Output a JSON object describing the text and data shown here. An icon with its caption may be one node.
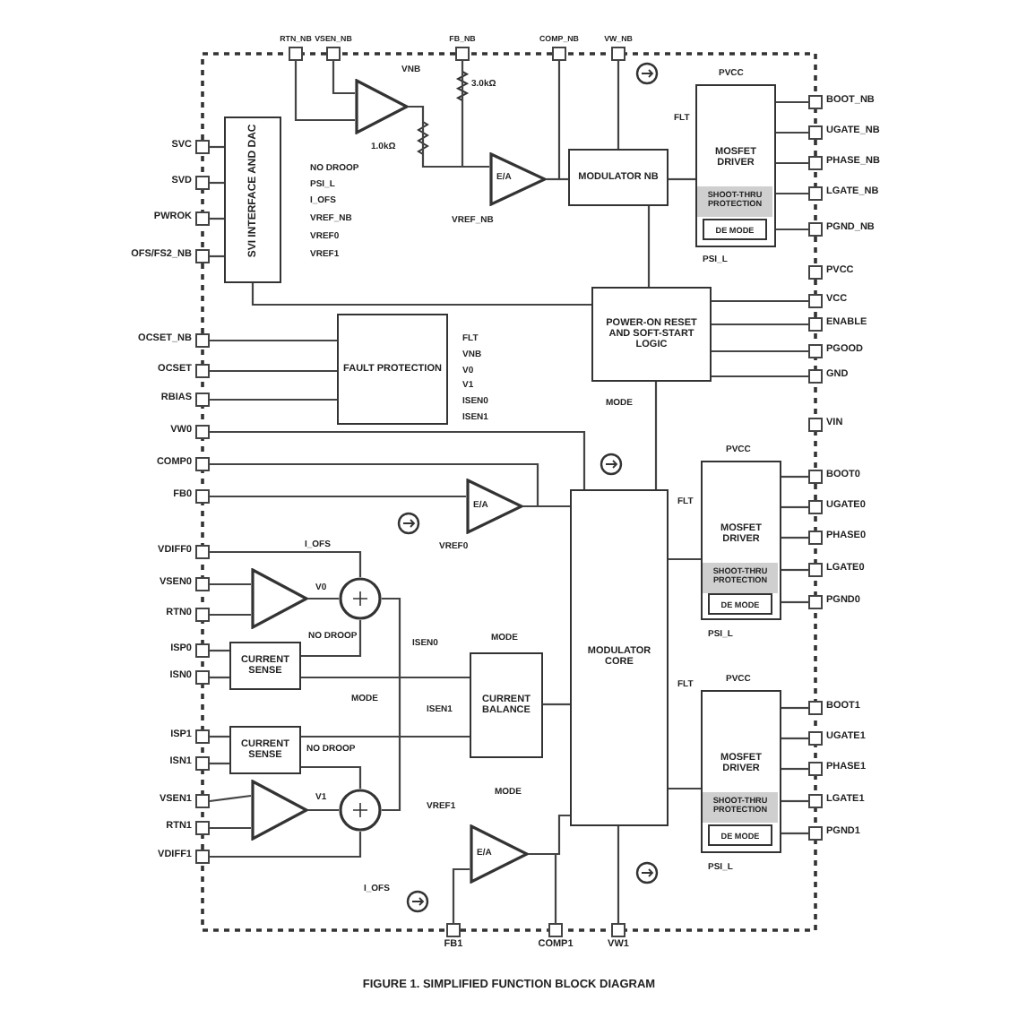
{
  "diagram": {
    "caption": "FIGURE 1. SIMPLIFIED FUNCTION BLOCK DIAGRAM",
    "nodes": [
      {
        "text": [
          "SVI INTERFACE AND DAC"
        ]
      },
      {
        "text": [
          "FAULT PROTECTION"
        ]
      },
      {
        "text": [
          "MODULATOR NB"
        ]
      },
      {
        "text": [
          "MOSFET DRIVER"
        ]
      },
      {
        "text": [
          "SHOOT-THRU PROTECTION"
        ],
        "in": 3
      },
      {
        "text": [
          "DE MODE"
        ],
        "in": 3
      },
      {
        "text": [
          "POWER-ON RESET AND SOFT-START LOGIC"
        ]
      },
      {
        "text": [
          "MODULATOR CORE"
        ]
      },
      {
        "text": [
          "MOSFET DRIVER"
        ]
      },
      {
        "text": [
          "SHOOT-THRU PROTECTION"
        ],
        "in": 8
      },
      {
        "text": [
          "DE MODE"
        ],
        "in": 8
      },
      {
        "text": [
          "MOSFET DRIVER"
        ]
      },
      {
        "text": [
          "SHOOT-THRU PROTECTION"
        ],
        "in": 11
      },
      {
        "text": [
          "DE MODE"
        ],
        "in": 11
      },
      {
        "text": [
          "CURRENT BALANCE"
        ]
      },
      {
        "text": [
          "CURRENT SENSE"
        ]
      },
      {
        "text": [
          "CURRENT SENSE"
        ]
      },
      {
        "text": [],
        "shape": "triangle"
      },
      {
        "text": [
          "E/A"
        ]
      },
      {
        "text": [
          "E/A"
        ]
      },
      {
        "text": [],
        "shape": "triangle"
      },
      {
        "text": [],
        "shape": "triangle"
      },
      {
        "text": [
          "E/A"
        ]
      },
      {
        "text": [],
        "shape": "circle"
      },
      {
        "text": [],
        "shape": "circle"
      },
      {
        "text": [
          "SVC"
        ]
      },
      {
        "text": [
          "SVD"
        ]
      },
      {
        "text": [
          "PWROK"
        ]
      },
      {
        "text": [
          "OFS/FS2_NB"
        ]
      },
      {
        "text": [
          "OCSET_NB"
        ]
      },
      {
        "text": [
          "OCSET"
        ]
      },
      {
        "text": [
          "RBIAS"
        ]
      },
      {
        "text": [
          "VW0"
        ]
      },
      {
        "text": [
          "COMP0"
        ]
      },
      {
        "text": [
          "FB0"
        ]
      },
      {
        "text": [
          "VDIFF0"
        ]
      },
      {
        "text": [
          "VSEN0"
        ]
      },
      {
        "text": [
          "RTN0"
        ]
      },
      {
        "text": [
          "ISP0"
        ]
      },
      {
        "text": [
          "ISN0"
        ]
      },
      {
        "text": [
          "ISP1"
        ]
      },
      {
        "text": [
          "ISN1"
        ]
      },
      {
        "text": [
          "VSEN1"
        ]
      },
      {
        "text": [
          "RTN1"
        ]
      },
      {
        "text": [
          "VDIFF1"
        ]
      },
      {
        "text": [
          "RTN_NB"
        ]
      },
      {
        "text": [
          "VSEN_NB"
        ]
      },
      {
        "text": [
          "FB_NB"
        ]
      },
      {
        "text": [
          "COMP_NB"
        ]
      },
      {
        "text": [
          "VW_NB"
        ]
      },
      {
        "text": [
          "BOOT_NB"
        ]
      },
      {
        "text": [
          "UGATE_NB"
        ]
      },
      {
        "text": [
          "PHASE_NB"
        ]
      },
      {
        "text": [
          "LGATE_NB"
        ]
      },
      {
        "text": [
          "PGND_NB"
        ]
      },
      {
        "text": [
          "PVCC"
        ]
      },
      {
        "text": [
          "VCC"
        ]
      },
      {
        "text": [
          "ENABLE"
        ]
      },
      {
        "text": [
          "PGOOD"
        ]
      },
      {
        "text": [
          "GND"
        ]
      },
      {
        "text": [
          "VIN"
        ]
      },
      {
        "text": [
          "BOOT0"
        ]
      },
      {
        "text": [
          "UGATE0"
        ]
      },
      {
        "text": [
          "PHASE0"
        ]
      },
      {
        "text": [
          "LGATE0"
        ]
      },
      {
        "text": [
          "PGND0"
        ]
      },
      {
        "text": [
          "BOOT1"
        ]
      },
      {
        "text": [
          "UGATE1"
        ]
      },
      {
        "text": [
          "PHASE1"
        ]
      },
      {
        "text": [
          "LGATE1"
        ]
      },
      {
        "text": [
          "PGND1"
        ]
      },
      {
        "text": [
          "FB1"
        ]
      },
      {
        "text": [
          "COMP1"
        ]
      },
      {
        "text": [
          "VW1"
        ]
      }
    ],
    "edges": [
      {
        "from": 25,
        "to": 0,
        "arrow": "none"
      },
      {
        "from": 26,
        "to": 0,
        "arrow": "none"
      },
      {
        "from": 27,
        "to": 0,
        "arrow": "none"
      },
      {
        "from": 28,
        "to": 0,
        "arrow": "none"
      },
      {
        "from": 29,
        "to": 1,
        "arrow": "none"
      },
      {
        "from": 30,
        "to": 1,
        "arrow": "none"
      },
      {
        "from": 31,
        "to": 1,
        "arrow": "none"
      },
      {
        "from": 32,
        "to": 7,
        "arrow": "none"
      },
      {
        "from": 33,
        "to": 19,
        "arrow": "none"
      },
      {
        "from": 34,
        "to": 19,
        "arrow": "none"
      },
      {
        "from": 19,
        "to": 7,
        "arrow": "none"
      },
      {
        "from": 35,
        "to": 23,
        "arrow": "none"
      },
      {
        "from": 36,
        "to": 20,
        "arrow": "none"
      },
      {
        "from": 37,
        "to": 20,
        "arrow": "none"
      },
      {
        "from": 20,
        "to": 23,
        "arrow": "none"
      },
      {
        "from": 23,
        "to": 24,
        "arrow": "none"
      },
      {
        "from": 38,
        "to": 15,
        "arrow": "none"
      },
      {
        "from": 39,
        "to": 15,
        "arrow": "none"
      },
      {
        "from": 15,
        "to": 14,
        "arrow": "none"
      },
      {
        "from": 15,
        "to": 23,
        "arrow": "none"
      },
      {
        "from": 40,
        "to": 16,
        "arrow": "none"
      },
      {
        "from": 41,
        "to": 16,
        "arrow": "none"
      },
      {
        "from": 16,
        "to": 14,
        "arrow": "none"
      },
      {
        "from": 16,
        "to": 24,
        "arrow": "none"
      },
      {
        "from": 42,
        "to": 21,
        "arrow": "none"
      },
      {
        "from": 43,
        "to": 21,
        "arrow": "none"
      },
      {
        "from": 21,
        "to": 24,
        "arrow": "none"
      },
      {
        "from": 44,
        "to": 24,
        "arrow": "none"
      },
      {
        "from": 14,
        "to": 7,
        "arrow": "none"
      },
      {
        "from": 71,
        "to": 22,
        "arrow": "none"
      },
      {
        "from": 22,
        "to": 7,
        "arrow": "none"
      },
      {
        "from": 72,
        "to": 22,
        "arrow": "none"
      },
      {
        "from": 73,
        "to": 7,
        "arrow": "none"
      },
      {
        "from": 45,
        "to": 17,
        "arrow": "none"
      },
      {
        "from": 46,
        "to": 17,
        "arrow": "none"
      },
      {
        "from": 17,
        "to": 18,
        "arrow": "none"
      },
      {
        "from": 47,
        "to": 18,
        "arrow": "none"
      },
      {
        "from": 18,
        "to": 2,
        "arrow": "none"
      },
      {
        "from": 48,
        "to": 2,
        "arrow": "none"
      },
      {
        "from": 49,
        "to": 2,
        "arrow": "none"
      },
      {
        "from": 2,
        "to": 3,
        "arrow": "none"
      },
      {
        "from": 2,
        "to": 6,
        "arrow": "none"
      },
      {
        "from": 3,
        "to": 50,
        "arrow": "none"
      },
      {
        "from": 3,
        "to": 51,
        "arrow": "none"
      },
      {
        "from": 3,
        "to": 52,
        "arrow": "none"
      },
      {
        "from": 3,
        "to": 53,
        "arrow": "none"
      },
      {
        "from": 3,
        "to": 54,
        "arrow": "none"
      },
      {
        "from": 6,
        "to": 56,
        "arrow": "none"
      },
      {
        "from": 6,
        "to": 57,
        "arrow": "none"
      },
      {
        "from": 6,
        "to": 58,
        "arrow": "none"
      },
      {
        "from": 6,
        "to": 59,
        "arrow": "none"
      },
      {
        "from": 0,
        "to": 6,
        "arrow": "none"
      },
      {
        "from": 6,
        "to": 7,
        "arrow": "none"
      },
      {
        "from": 7,
        "to": 8,
        "arrow": "none"
      },
      {
        "from": 7,
        "to": 11,
        "arrow": "none"
      },
      {
        "from": 8,
        "to": 61,
        "arrow": "none"
      },
      {
        "from": 8,
        "to": 62,
        "arrow": "none"
      },
      {
        "from": 8,
        "to": 63,
        "arrow": "none"
      },
      {
        "from": 8,
        "to": 64,
        "arrow": "none"
      },
      {
        "from": 8,
        "to": 65,
        "arrow": "none"
      },
      {
        "from": 11,
        "to": 66,
        "arrow": "none"
      },
      {
        "from": 11,
        "to": 67,
        "arrow": "none"
      },
      {
        "from": 11,
        "to": 68,
        "arrow": "none"
      },
      {
        "from": 11,
        "to": 69,
        "arrow": "none"
      },
      {
        "from": 11,
        "to": 70,
        "arrow": "none"
      }
    ],
    "labels": [
      "VNB",
      "1.0kΩ",
      "3.0kΩ",
      "PVCC",
      "FLT",
      "NO DROOP",
      "PSI_L",
      "I_OFS",
      "VREF_NB",
      "VREF0",
      "VREF1",
      "VREF_NB",
      "PSI_L",
      "FLT",
      "VNB",
      "V0",
      "V1",
      "ISEN0",
      "ISEN1",
      "MODE",
      "PVCC",
      "FLT",
      "I_OFS",
      "VREF0",
      "PSI_L",
      "V0",
      "NO DROOP",
      "ISEN0",
      "MODE",
      "MODE",
      "ISEN1",
      "PVCC",
      "FLT",
      "NO DROOP",
      "MODE",
      "V1",
      "VREF1",
      "I_OFS",
      "PSI_L"
    ]
  }
}
